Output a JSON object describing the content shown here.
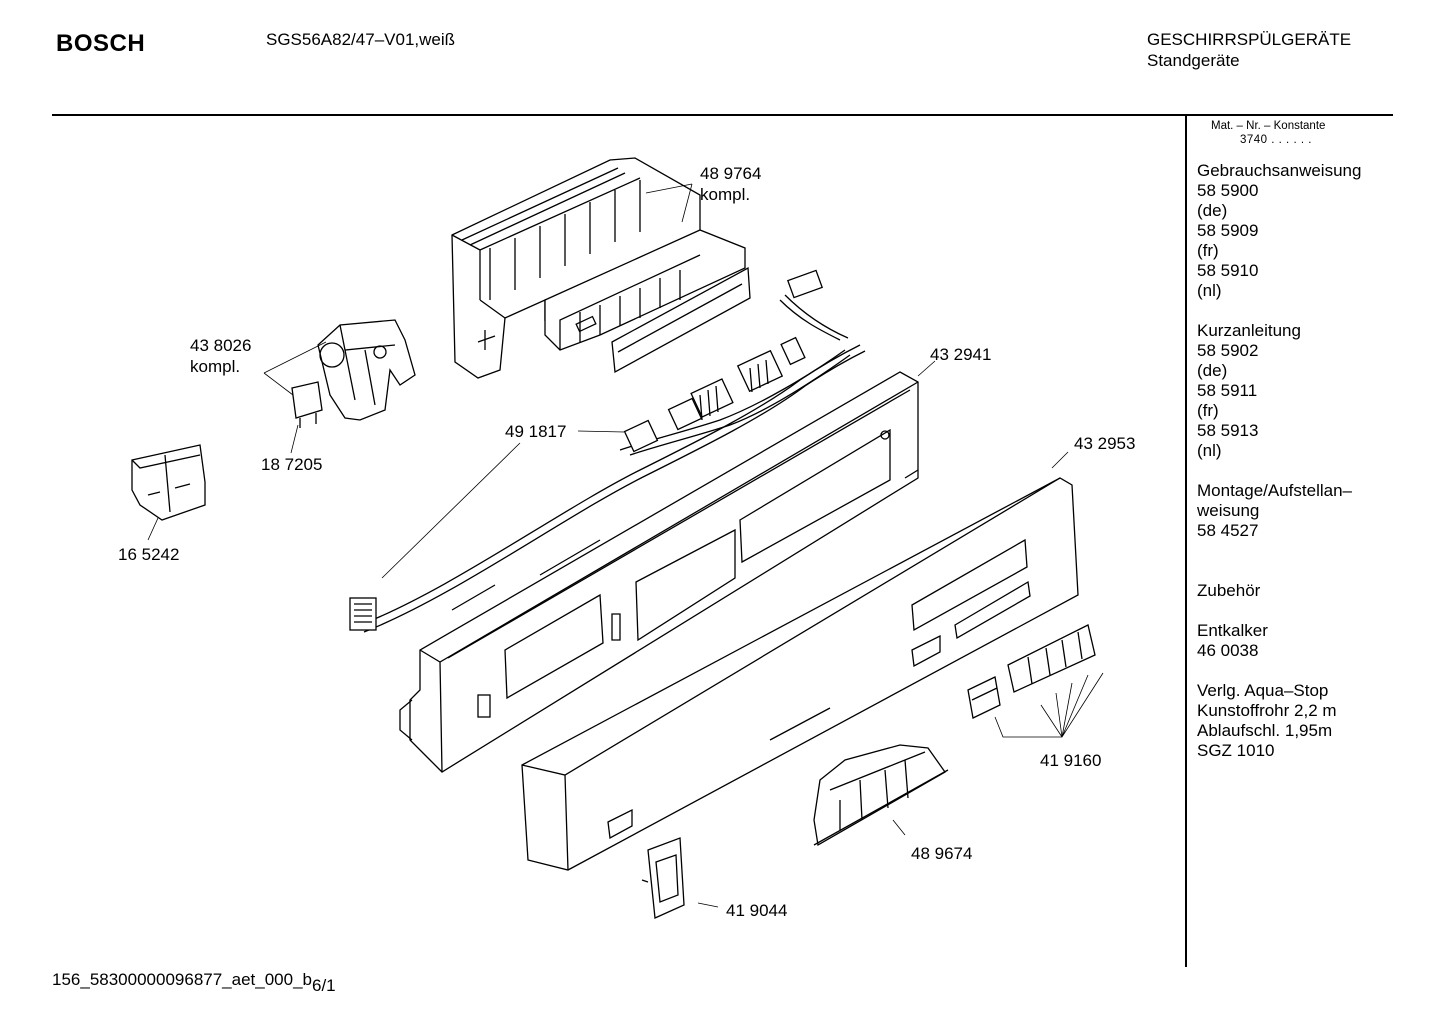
{
  "header": {
    "brand": "BOSCH",
    "model": "SGS56A82/47–V01,weiß",
    "category_line1": "GESCHIRRSPÜLGERÄTE",
    "category_line2": "Standgeräte"
  },
  "sidebar": {
    "mat_label": "Mat. – Nr. – Konstante",
    "mat_value": "3740 .  .  .  .  .  .",
    "blocks": [
      {
        "lines": [
          "Gebrauchsanweisung",
          "58 5900",
          "(de)",
          "58 5909",
          "(fr)",
          "58 5910",
          "(nl)"
        ]
      },
      {
        "lines": [
          "Kurzanleitung",
          "58 5902",
          "(de)",
          "58 5911",
          "(fr)",
          "58 5913",
          "(nl)"
        ]
      },
      {
        "lines": [
          "Montage/Aufstellan–",
          "weisung",
          "58 4527"
        ]
      },
      {
        "lines": [
          "Zubehör"
        ]
      },
      {
        "lines": [
          "Entkalker",
          "46 0038"
        ]
      },
      {
        "lines": [
          "Verlg. Aqua–Stop",
          "Kunstoffrohr 2,2 m",
          "Ablaufschl. 1,95m",
          "SGZ 1010"
        ]
      }
    ]
  },
  "parts": {
    "p489764": "48 9764",
    "p489764_sub": "kompl.",
    "p438026": "43 8026",
    "p438026_sub": "kompl.",
    "p187205": "18 7205",
    "p165242": "16 5242",
    "p491817": "49 1817",
    "p432941": "43 2941",
    "p432953": "43 2953",
    "p419160": "41 9160",
    "p489674": "48 9674",
    "p419044": "41 9044"
  },
  "footer": {
    "doc_id": "156_58300000096877_aet_000_b",
    "page": "6/1"
  }
}
